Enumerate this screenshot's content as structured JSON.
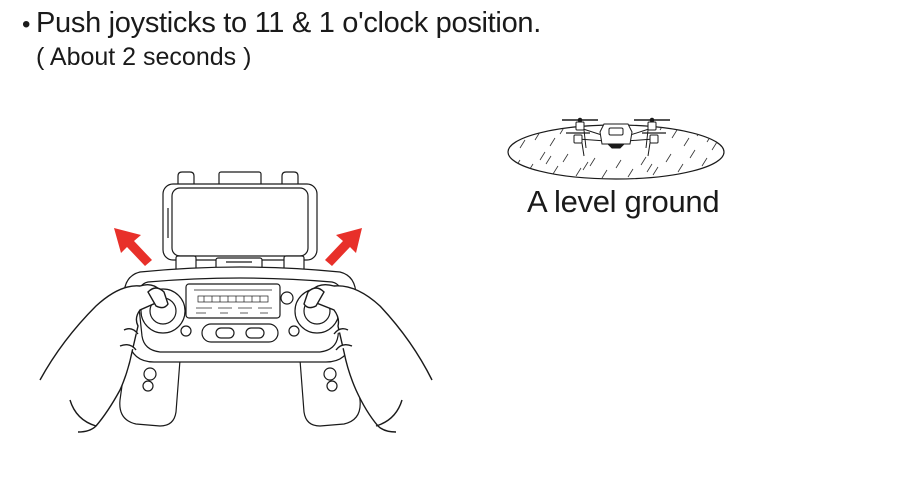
{
  "instruction": {
    "bullet": "•",
    "text": "Push joysticks to 11 & 1 o'clock position.",
    "duration_note": "( About 2 seconds )"
  },
  "ground": {
    "caption": "A level ground"
  },
  "colors": {
    "arrow": "#e8302a",
    "line": "#1a1a1a"
  },
  "icons": {
    "controller": "remote-controller-with-phone",
    "drone": "quadcopter-drone",
    "arrows": "direction-arrow"
  }
}
